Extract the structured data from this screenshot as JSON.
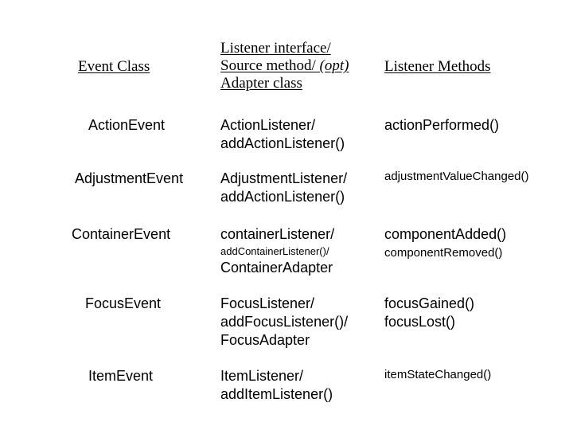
{
  "header": {
    "col1": "Event Class",
    "col2_line1": "Listener interface/",
    "col2_line2_a": "Source method/ ",
    "col2_line2_b": "(opt)",
    "col2_line3": "Adapter class",
    "col3": "Listener Methods"
  },
  "rows": [
    {
      "event": "ActionEvent",
      "listener": [
        "ActionListener/",
        "addActionListener()"
      ],
      "methods": [
        "actionPerformed()"
      ]
    },
    {
      "event": "AdjustmentEvent",
      "listener": [
        "AdjustmentListener/",
        "addActionListener()"
      ],
      "methods": [
        "adjustmentValueChanged()"
      ]
    },
    {
      "event": "ContainerEvent",
      "listener": [
        "containerListener/",
        "addContainerListener()/",
        "ContainerAdapter"
      ],
      "methods": [
        "componentAdded()",
        "componentRemoved()"
      ]
    },
    {
      "event": "FocusEvent",
      "listener": [
        "FocusListener/",
        "addFocusListener()/",
        "FocusAdapter"
      ],
      "methods": [
        "focusGained()",
        "focusLost()"
      ]
    },
    {
      "event": "ItemEvent",
      "listener": [
        "ItemListener/",
        "addItemListener()"
      ],
      "methods": [
        "itemStateChanged()"
      ]
    }
  ]
}
